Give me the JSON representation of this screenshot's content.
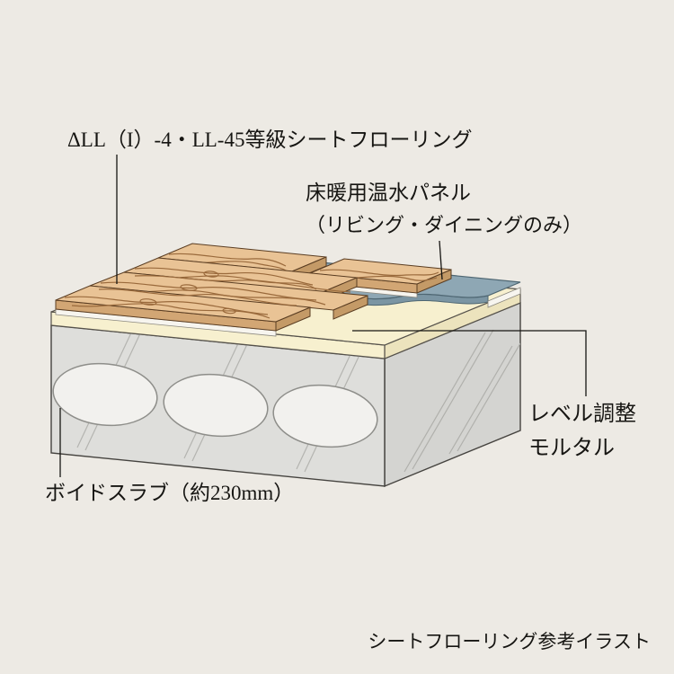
{
  "page": {
    "title": "floor-construction-cutaway-diagram"
  },
  "labels": {
    "flooring": "ΔLL（I）-4・LL-45等級シートフローリング",
    "heating_panel_line1": "床暖用温水パネル",
    "heating_panel_line2": "（リビング・ダイニングのみ）",
    "mortar_line1": "レベル調整",
    "mortar_line2": "モルタル",
    "void_slab": "ボイドスラブ（約230mm）",
    "caption": "シートフローリング参考イラスト"
  },
  "diagram": {
    "type": "isometric-floor-section",
    "layers_top_to_bottom": [
      "sheet flooring (grade ΔLL(I)-4 / LL-45)",
      "hot-water floor heating panel (living & dining only)",
      "level adjusting mortar",
      "void slab approx. 230mm with round voids"
    ]
  },
  "colors": {
    "background": "#edeae4",
    "wood_top": "#e9c395",
    "wood_grain": "#8a5a2e",
    "wood_front": "#d2a674",
    "wood_end": "#c49a67",
    "panel_blue": "#8ea7b4",
    "panel_blue_edge": "#7b95a3",
    "mortar_cream": "#f7f0cf",
    "mortar_side": "#ece3bd",
    "slab_gray": "#dededb",
    "slab_side_gray": "#d4d4d1",
    "void_fill": "#f2f1ee",
    "underlay_white": "#f7f5ef",
    "leader": "#161512"
  }
}
